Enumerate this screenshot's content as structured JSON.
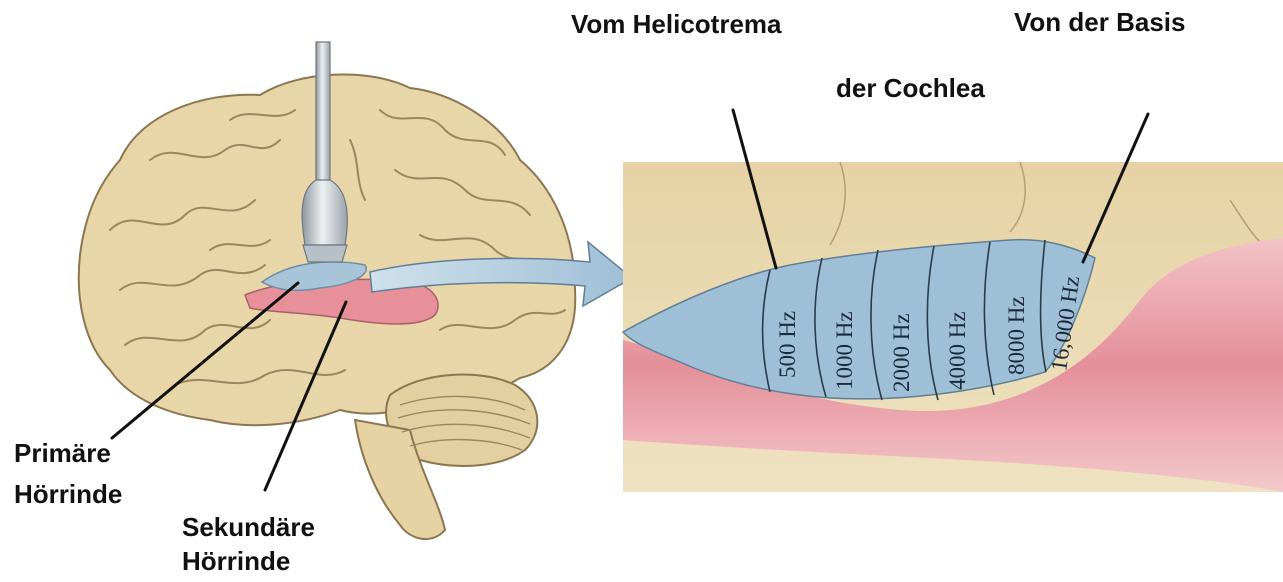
{
  "labels": {
    "vom_helicotrema": "Vom Helicotrema",
    "von_der_basis": "Von der Basis",
    "der_cochlea": "der Cochlea",
    "primaere_line1": "Primäre",
    "primaere_line2": "Hörrinde",
    "sekundaere_line1": "Sekundäre",
    "sekundaere_line2": "Hörrinde"
  },
  "frequency_bands": [
    "500 Hz",
    "1000 Hz",
    "2000 Hz",
    "4000 Hz",
    "8000 Hz",
    "16,000 Hz"
  ],
  "colors": {
    "brain": "#e8d6a8",
    "brain_outline": "#8a7650",
    "secondary_cortex": "#e8909a",
    "primary_cortex": "#a8c4d8",
    "cochlea_map": "#9fbfd6",
    "panel_bg": "#ead9b0",
    "tissue_pink": "#e59aa3",
    "probe": "#c9ced3"
  }
}
